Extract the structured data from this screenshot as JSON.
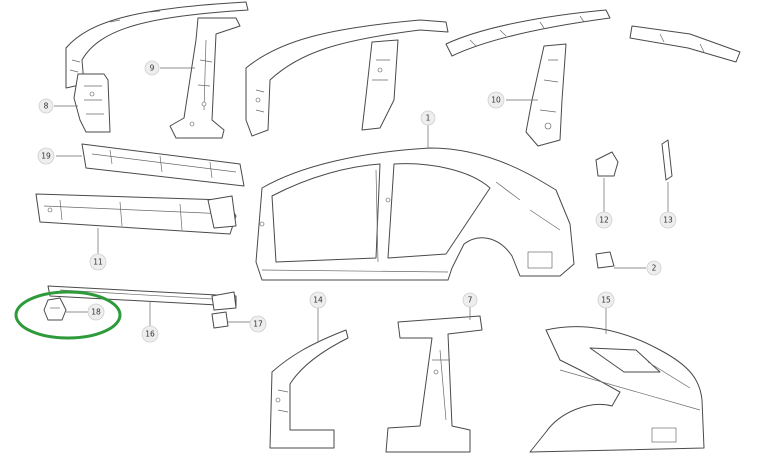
{
  "diagram": {
    "highlight_color": "#2e9b3a",
    "line_color": "#4a4a4a",
    "callouts": {
      "c1": "1",
      "c2": "2",
      "c7": "7",
      "c8": "8",
      "c9": "9",
      "c10": "10",
      "c11": "11",
      "c12": "12",
      "c13": "13",
      "c14": "14",
      "c15": "15",
      "c16": "16",
      "c17": "17",
      "c18": "18",
      "c19": "19"
    },
    "highlighted_part": "18"
  }
}
